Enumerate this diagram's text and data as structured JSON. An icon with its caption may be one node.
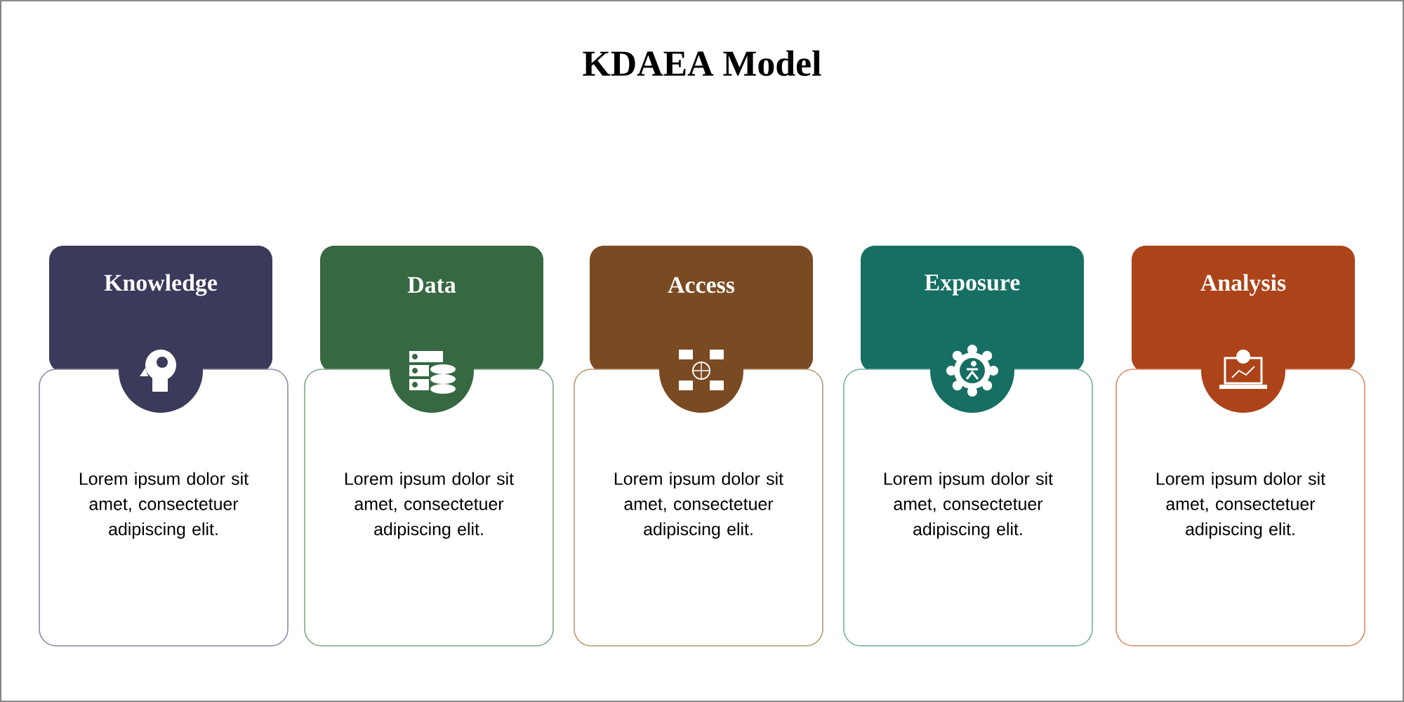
{
  "diagram": {
    "title": "KDAEA Model",
    "nodes": [
      {
        "text": [
          "Knowledge",
          "Lorem ipsum dolor sit amet, consectetuer adipiscing elit."
        ]
      },
      {
        "text": [
          "Data",
          "Lorem ipsum dolor sit amet, consectetuer adipiscing elit."
        ]
      },
      {
        "text": [
          "Access",
          "Lorem ipsum dolor sit amet, consectetuer adipiscing elit."
        ]
      },
      {
        "text": [
          "Exposure",
          "Lorem ipsum dolor sit amet, consectetuer adipiscing elit."
        ]
      },
      {
        "text": [
          "Analysis",
          "Lorem ipsum dolor sit amet, consectetuer adipiscing elit."
        ]
      }
    ]
  }
}
